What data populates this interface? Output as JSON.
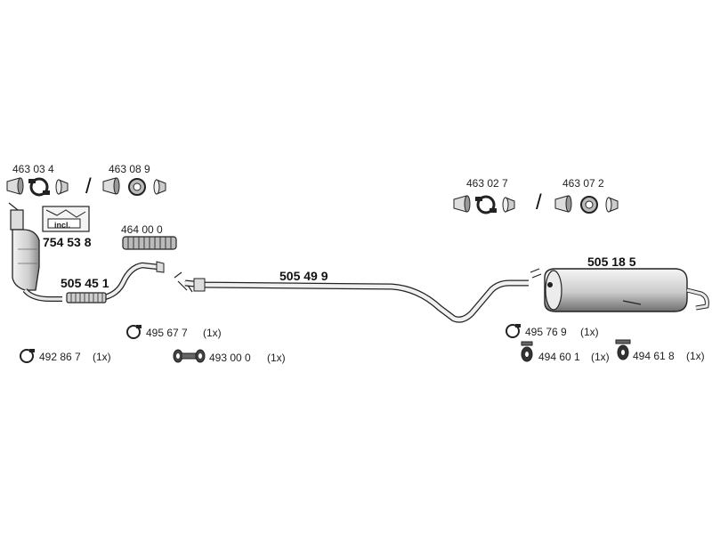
{
  "parts": {
    "p463034": "463 03 4",
    "p463089": "463 08 9",
    "p463027": "463 02 7",
    "p463072": "463 07 2",
    "p464000": "464 00 0",
    "p754538": "754 53 8",
    "incl_label": "incl.",
    "p505451": "505 45 1",
    "p505499": "505 49 9",
    "p505185": "505 18 5",
    "p495677": "495 67 7",
    "p495677_qty": "(1x)",
    "p493000": "493 00 0",
    "p493000_qty": "(1x)",
    "p492867": "492 86 7",
    "p492867_qty": "(1x)",
    "p495769": "495 76 9",
    "p495769_qty": "(1x)",
    "p494601": "494 60 1",
    "p494601_qty": "(1x)",
    "p494618": "494 61 8",
    "p494618_qty": "(1x)"
  },
  "separators": {
    "slash": "/"
  },
  "icons": {
    "catalytic_converter": "catalytic-converter-icon",
    "front_pipe": "front-pipe-icon",
    "middle_pipe": "middle-pipe-icon",
    "rear_silencer": "rear-silencer-icon",
    "clamp": "clamp-icon",
    "gasket_set": "gasket-set-icon",
    "flex_hose": "flex-hose-icon",
    "rubber_mount": "rubber-mount-icon",
    "mounting_kit": "mounting-kit-icon"
  },
  "colors": {
    "line": "#222222",
    "fill_light": "#e6e6e6",
    "fill_mid": "#bdbdbd",
    "fill_dark": "#555555"
  }
}
